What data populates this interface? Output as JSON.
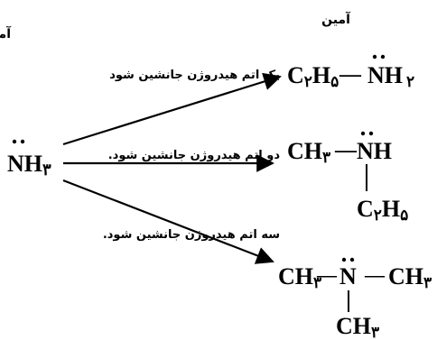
{
  "headers": {
    "ammonia": "آمونیاک",
    "amine": "آمین"
  },
  "reactant": {
    "main": "NH",
    "sub": "۳"
  },
  "arrow_labels": {
    "one_h": "یک اتم هیدروژن جانشین شود",
    "two_h": "دو اتم هیدروژن جانشین شود.",
    "three_h": "سه اتم هیدروژن جانشین شود."
  },
  "primary_amine": {
    "c": "C",
    "c_sub": "۲",
    "h": "H",
    "h_sub": "۵",
    "bond": "—",
    "nh": "NH",
    "nh_sub": "۲"
  },
  "secondary_amine": {
    "ch": "CH",
    "ch_sub": "۳",
    "bond": "—",
    "nh": "NH",
    "c": "C",
    "c_sub": "۲",
    "h": "H",
    "h_sub": "۵"
  },
  "tertiary_amine": {
    "ch_left": "CH",
    "ch_left_sub": "۳",
    "bond_left": "—",
    "n": "N",
    "bond_right": "—",
    "ch_right": "CH",
    "ch_right_sub": "۳",
    "ch_bottom": "CH",
    "ch_bottom_sub": "۳"
  }
}
